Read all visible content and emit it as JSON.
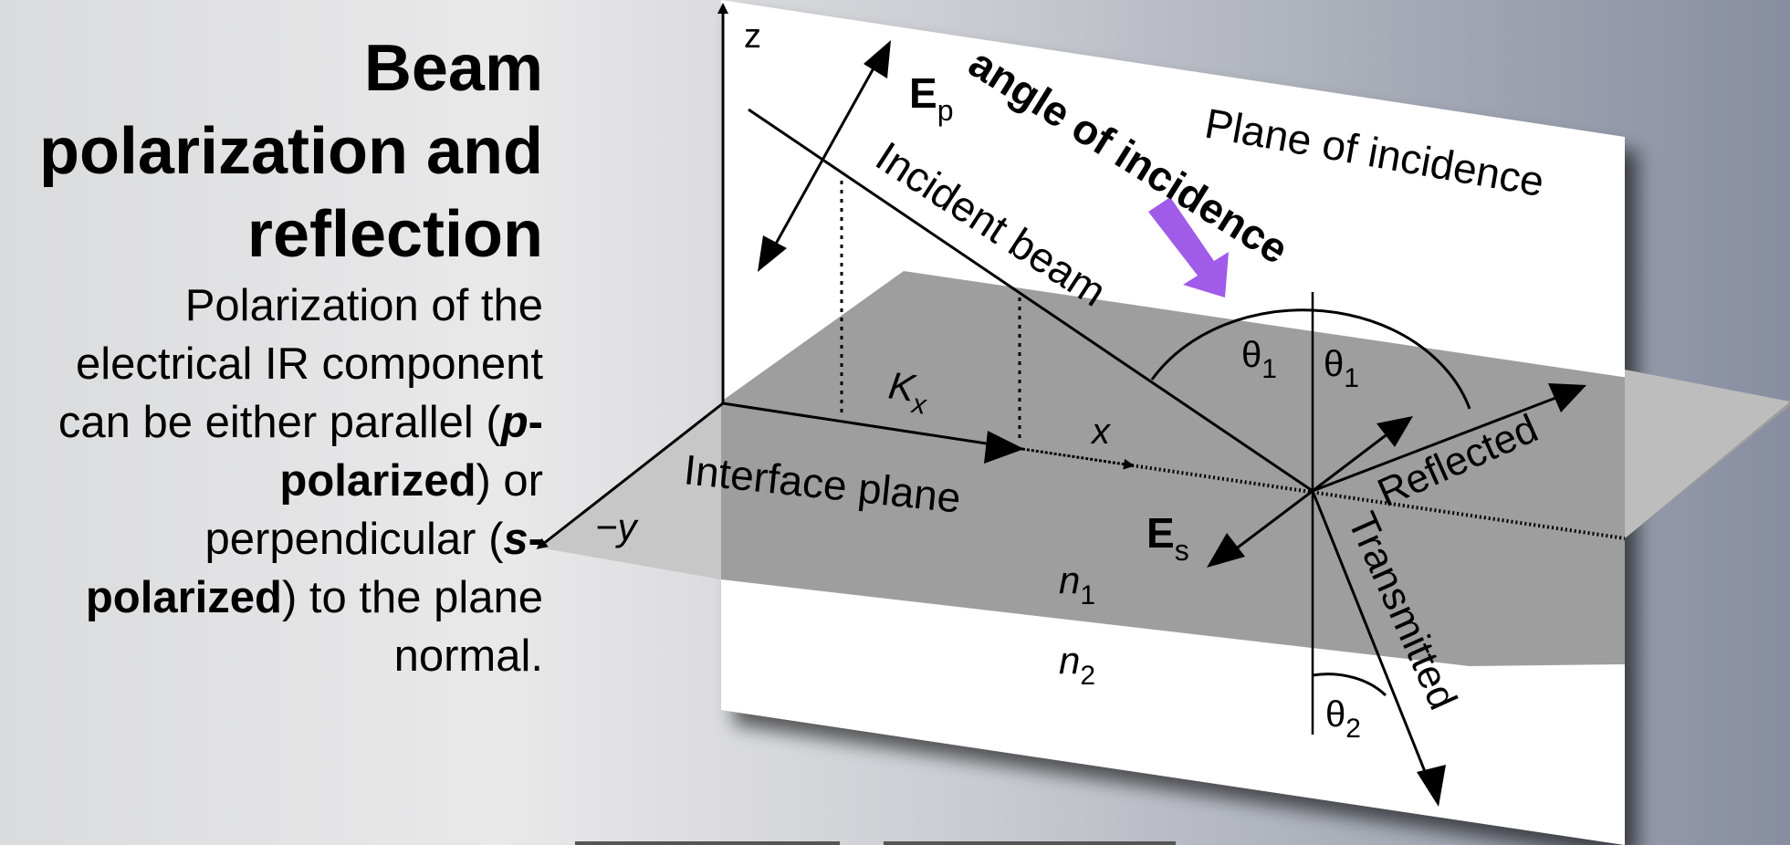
{
  "slide": {
    "title": "Beam polarization and reflection",
    "body_parts": [
      "Polarization of the electrical IR component can be either parallel (",
      "p",
      "-polarized",
      ") or perpendicular (",
      "s",
      "-polarized",
      ") to the plane normal."
    ]
  },
  "diagram": {
    "axis_z": "z",
    "axis_x": "x",
    "axis_neg_y": "−y",
    "e_p": "E",
    "e_p_sub": "p",
    "e_s": "E",
    "e_s_sub": "s",
    "k_x": "K",
    "k_x_sub": "x",
    "incident_beam": "Incident beam",
    "plane_of_incidence": "Plane of incidence",
    "interface_plane": "Interface plane",
    "reflected": "Reflected",
    "transmitted": "Transmitted",
    "theta1_left": "θ",
    "theta1_left_sub": "1",
    "theta1_right": "θ",
    "theta1_right_sub": "1",
    "theta2": "θ",
    "theta2_sub": "2",
    "n1": "n",
    "n1_sub": "1",
    "n2": "n",
    "n2_sub": "2",
    "annotation": "angle of incidence",
    "annotation_arrow_color": "#a05be8",
    "interface_plane_color": "#9e9e9e",
    "incidence_plane_color": "#ffffff"
  }
}
